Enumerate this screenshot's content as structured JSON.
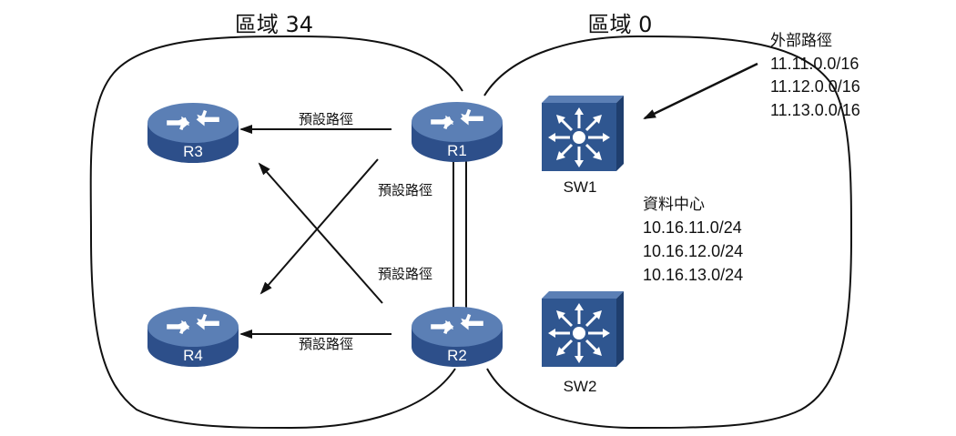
{
  "areas": {
    "area34": {
      "title": "區域 34"
    },
    "area0": {
      "title": "區域 0"
    }
  },
  "routers": {
    "r1": "R1",
    "r2": "R2",
    "r3": "R3",
    "r4": "R4"
  },
  "switches": {
    "sw1": "SW1",
    "sw2": "SW2"
  },
  "edge_labels": {
    "r1_to_r3": "預設路徑",
    "r1_to_r4": "預設路徑",
    "r2_to_r3": "預設路徑",
    "r2_to_r4": "預設路徑"
  },
  "external_routes": {
    "title": "外部路徑",
    "prefixes": [
      "11.11.0.0/16",
      "11.12.0.0/16",
      "11.13.0.0/16"
    ]
  },
  "datacenter": {
    "title": "資料中心",
    "prefixes": [
      "10.16.11.0/24",
      "10.16.12.0/24",
      "10.16.13.0/24"
    ]
  },
  "colors": {
    "router_top": "#5b7fb5",
    "router_side": "#2d4f8a",
    "switch_face": "#2f5690",
    "switch_side": "#1f3e6e",
    "line": "#111111"
  }
}
